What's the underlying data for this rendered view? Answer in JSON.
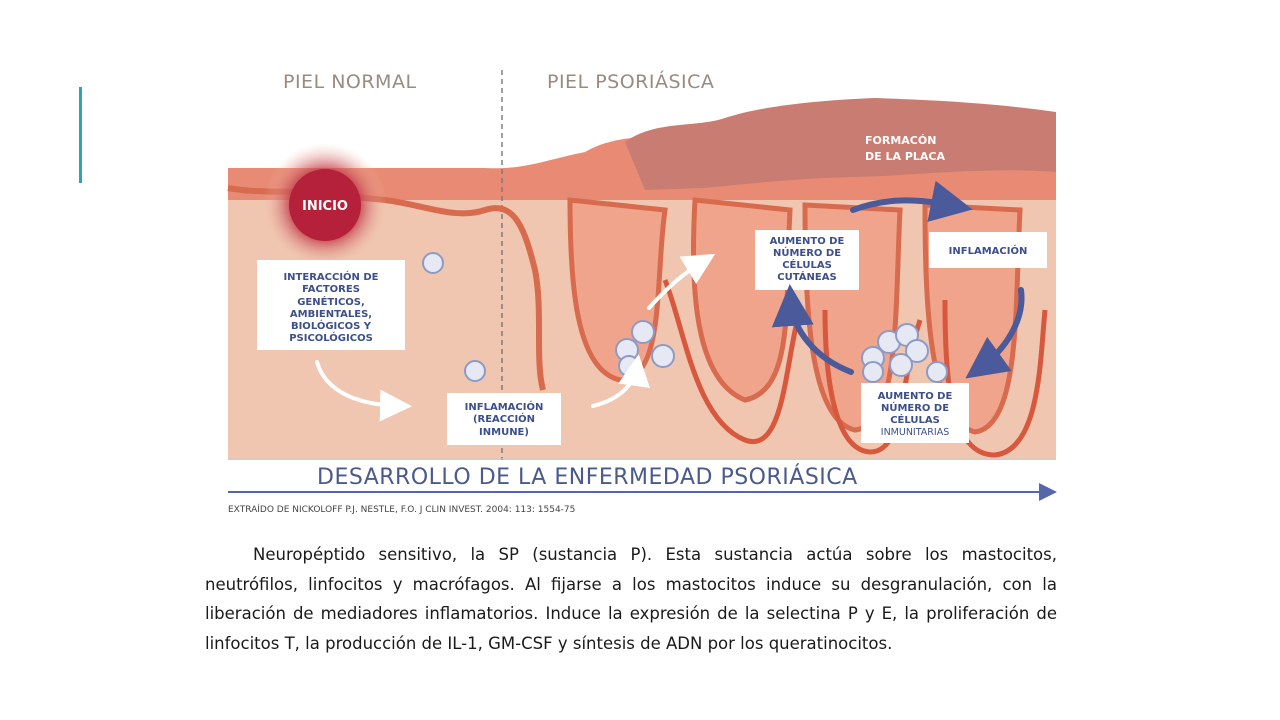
{
  "colors": {
    "accent": "#2aa6b8",
    "skin_base": "#f0c6b0",
    "epidermis": "#e98b74",
    "plaque": "#c97d72",
    "inflammation": "#b5203a",
    "text_blue": "#3d4f8a"
  },
  "figure": {
    "header_normal": "PIEL NORMAL",
    "header_psoriatic": "PIEL PSORIÁSICA",
    "inicio": "INICIO",
    "placa": [
      "FORMACÓN",
      "DE LA PLACA"
    ],
    "box_interaccion": [
      "INTERACCIÓN DE",
      "FACTORES",
      "GENÉTICOS,",
      "AMBIENTALES,",
      "BIOLÓGICOS Y",
      "PSICOLÓGICOS"
    ],
    "box_inflamacion_inmune": [
      "INFLAMACIÓN",
      "(REACCIÓN",
      "INMUNE)"
    ],
    "box_aumento_cutaneas": [
      "AUMENTO DE",
      "NÚMERO DE",
      "CÉLULAS",
      "CUTÁNEAS"
    ],
    "box_inflamacion": "INFLAMACIÓN",
    "box_aumento_inmunitarias": [
      "AUMENTO DE",
      "NÚMERO DE",
      "CÉLULAS",
      "INMUNITARIAS"
    ],
    "development_title": "DESARROLLO DE LA ENFERMEDAD PSORIÁSICA",
    "source": "EXTRAÍDO DE NICKOLOFF P.J. NESTLE, F.O. J CLIN INVEST. 2004: 113: 1554-75"
  },
  "caption": "Neuropéptido sensitivo, la SP (sustancia P). Esta sustancia actúa sobre los mastocitos, neutrófilos, linfocitos y macrófagos. Al fijarse a los mastocitos induce su desgranulación, con la liberación de mediadores inflamatorios. Induce la expresión de la selectina P y E, la proliferación de linfocitos T, la producción de IL-1, GM-CSF y síntesis de ADN por los queratinocitos."
}
